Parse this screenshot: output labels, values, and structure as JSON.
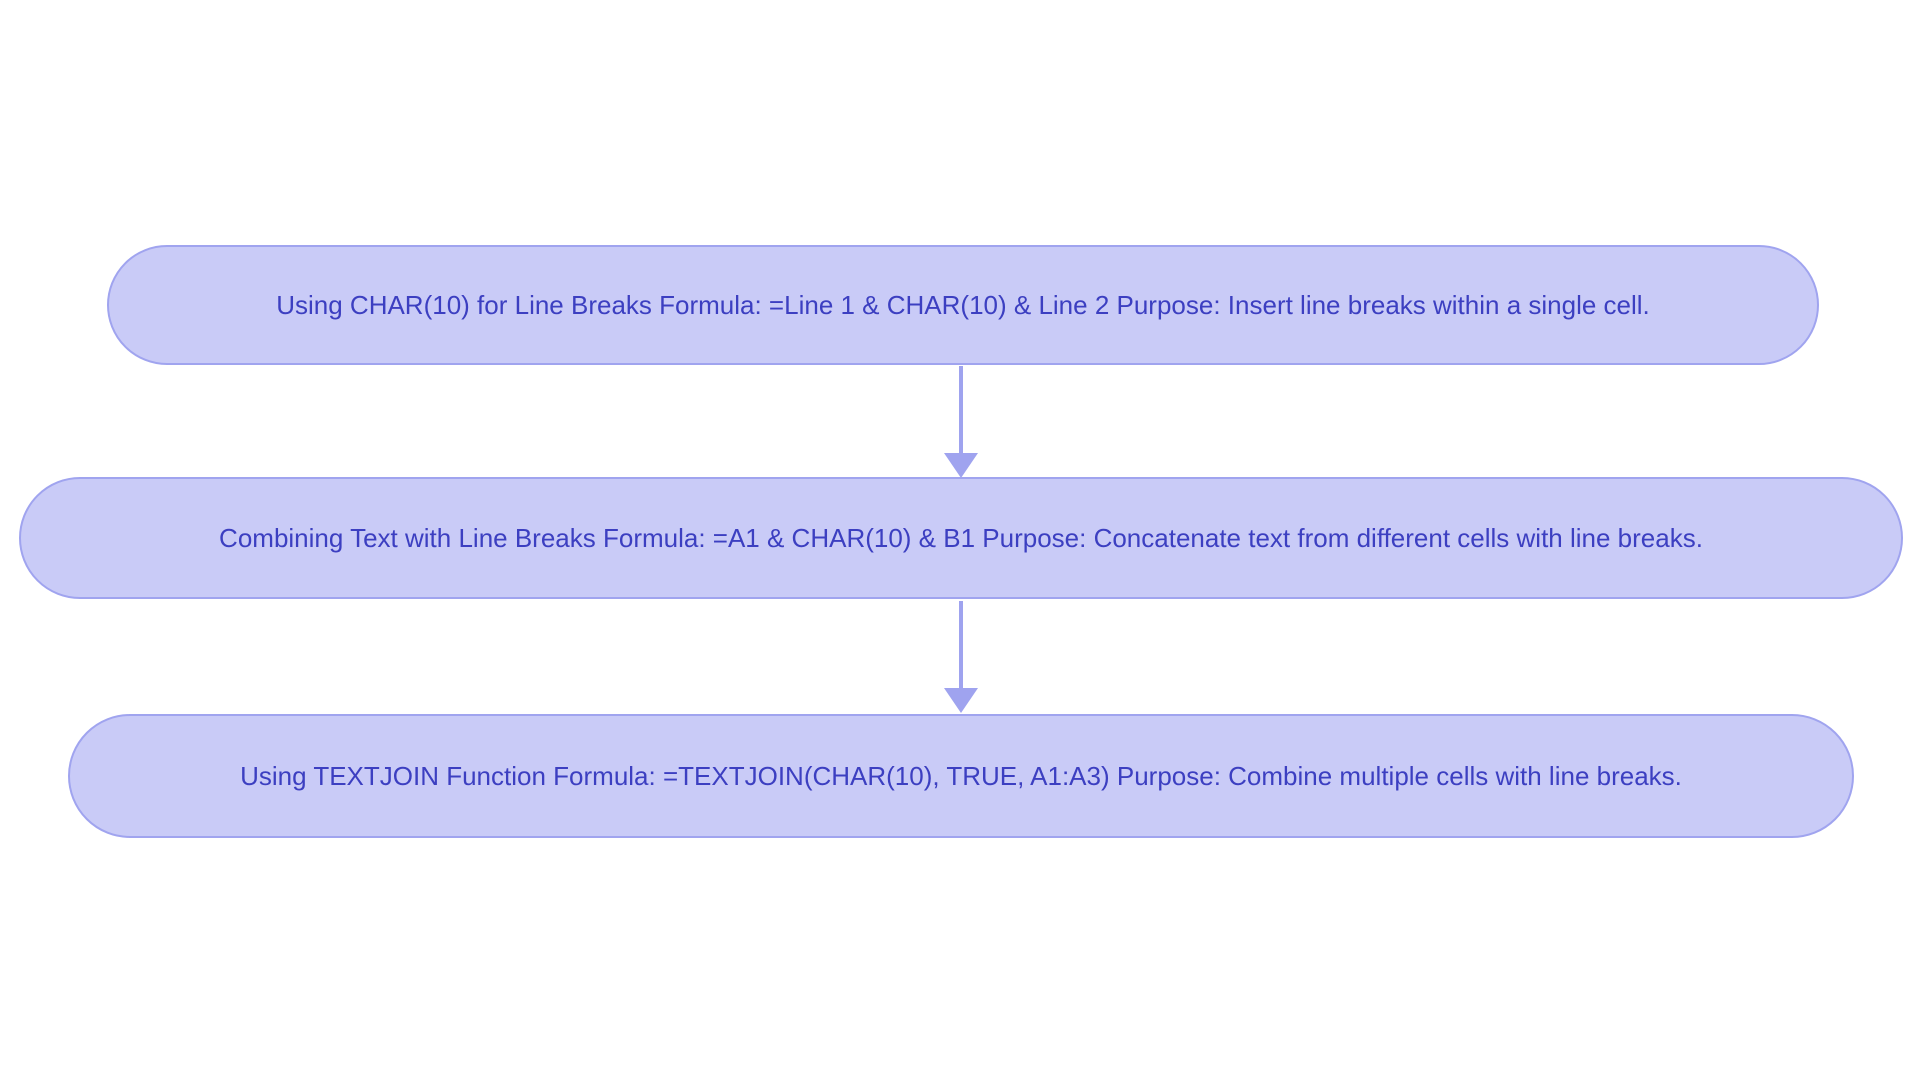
{
  "diagram": {
    "type": "flowchart",
    "direction": "top-down",
    "background": "#ffffff",
    "nodes": [
      {
        "id": "char10-line-breaks",
        "label": "Using CHAR(10) for Line Breaks Formula: =Line 1 & CHAR(10) & Line 2 Purpose: Insert line breaks within a single cell.",
        "shape": "rounded-rectangle"
      },
      {
        "id": "combining-text",
        "label": "Combining Text with Line Breaks Formula: =A1 & CHAR(10) & B1 Purpose: Concatenate text from different cells with line breaks.",
        "shape": "rounded-rectangle"
      },
      {
        "id": "textjoin-function",
        "label": "Using TEXTJOIN Function Formula: =TEXTJOIN(CHAR(10), TRUE, A1:A3) Purpose: Combine multiple cells with line breaks.",
        "shape": "rounded-rectangle"
      }
    ],
    "connectors": [
      {
        "from": "char10-line-breaks",
        "to": "combining-text",
        "style": "arrow-down"
      },
      {
        "from": "combining-text",
        "to": "textjoin-function",
        "style": "arrow-down"
      }
    ],
    "colors": {
      "node_fill": "#c9cbf7",
      "node_border": "#a0a4ef",
      "node_text": "#3c3fc1",
      "arrow_color": "#9fa3ef",
      "canvas_bg": "#ffffff"
    }
  }
}
